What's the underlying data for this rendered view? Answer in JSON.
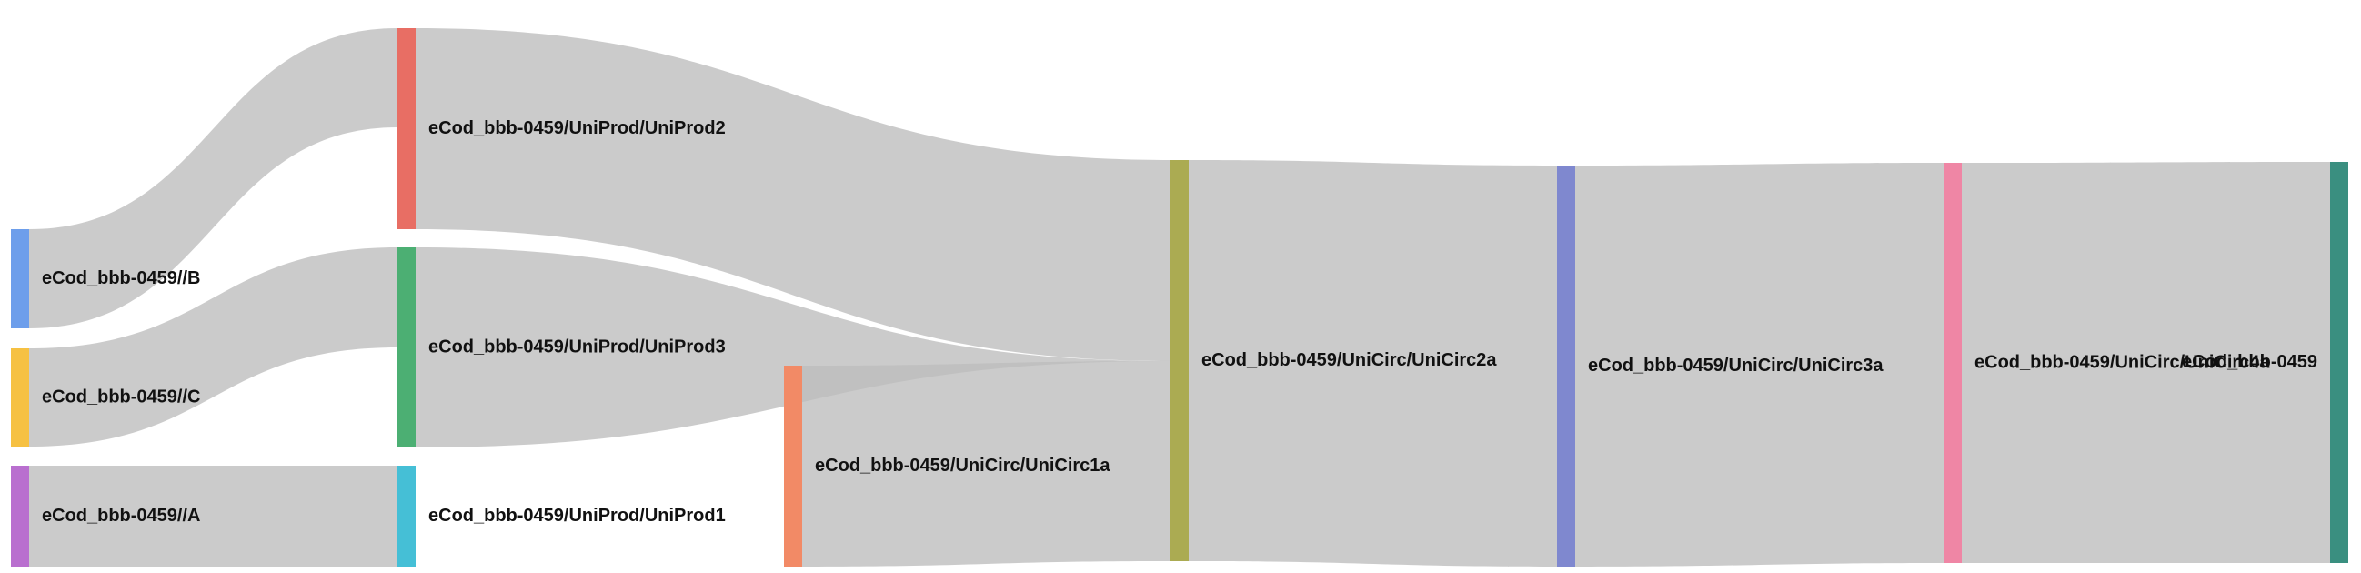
{
  "diagram": {
    "type": "sankey",
    "nodes": [
      {
        "id": "B",
        "label": "eCod_bbb-0459//B",
        "color": "#6d9eeb"
      },
      {
        "id": "C",
        "label": "eCod_bbb-0459//C",
        "color": "#f6c142"
      },
      {
        "id": "A",
        "label": "eCod_bbb-0459//A",
        "color": "#b96fcf"
      },
      {
        "id": "P2",
        "label": "eCod_bbb-0459/UniProd/UniProd2",
        "color": "#e86e64"
      },
      {
        "id": "P3",
        "label": "eCod_bbb-0459/UniProd/UniProd3",
        "color": "#4caf73"
      },
      {
        "id": "P1",
        "label": "eCod_bbb-0459/UniProd/UniProd1",
        "color": "#45bfd6"
      },
      {
        "id": "C1",
        "label": "eCod_bbb-0459/UniCirc/UniCirc1a",
        "color": "#f28a66"
      },
      {
        "id": "C2",
        "label": "eCod_bbb-0459/UniCirc/UniCirc2a",
        "color": "#abab52"
      },
      {
        "id": "C3",
        "label": "eCod_bbb-0459/UniCirc/UniCirc3a",
        "color": "#7f88cf"
      },
      {
        "id": "C4",
        "label": "eCod_bbb-0459/UniCirc/UniCirc4a",
        "color": "#ef86a5"
      },
      {
        "id": "R",
        "label": "eCod_bbb-0459",
        "color": "#3a8f80"
      }
    ],
    "links": [
      {
        "source": "B",
        "target": "P2"
      },
      {
        "source": "C",
        "target": "P3"
      },
      {
        "source": "A",
        "target": "P1"
      },
      {
        "source": "P2",
        "target": "C2"
      },
      {
        "source": "P2",
        "target": "C3"
      },
      {
        "source": "P3",
        "target": "C2"
      },
      {
        "source": "P3",
        "target": "C3"
      },
      {
        "source": "P1",
        "target": "C1"
      },
      {
        "source": "P1",
        "target": "C1"
      },
      {
        "source": "C1",
        "target": "C2"
      },
      {
        "source": "C2",
        "target": "C3"
      },
      {
        "source": "C3",
        "target": "C4"
      },
      {
        "source": "C4",
        "target": "R"
      }
    ]
  }
}
